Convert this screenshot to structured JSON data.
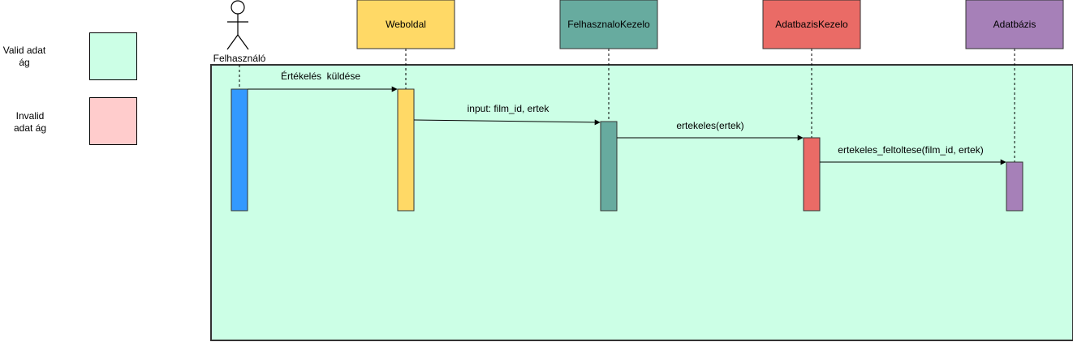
{
  "legend": [
    {
      "label": "Valid adat ág",
      "color": "#CCFFE6"
    },
    {
      "label": "Invalid adat ág",
      "color": "#FFCCCC"
    }
  ],
  "actor": {
    "label": "Felhasználó"
  },
  "participants": [
    {
      "label": "Weboldal",
      "fill": "#FFD966",
      "stroke": "#333333"
    },
    {
      "label": "FelhasznaloKezelo",
      "fill": "#67AB9F",
      "stroke": "#333333"
    },
    {
      "label": "AdatbazisKezelo",
      "fill": "#EA6B66",
      "stroke": "#333333"
    },
    {
      "label": "Adatbázis",
      "fill": "#A680B8",
      "stroke": "#333333"
    }
  ],
  "region": {
    "fill": "#CCFFE6",
    "stroke": "#333333"
  },
  "activation_colors": [
    "#3399FF",
    "#FFD966",
    "#67AB9F",
    "#EA6B66",
    "#A680B8"
  ],
  "messages": [
    {
      "label": "Értékelés  küldése",
      "from": 0,
      "to": 1
    },
    {
      "label": "input: film_id, ertek",
      "from": 1,
      "to": 2
    },
    {
      "label": "ertekeles(ertek)",
      "from": 2,
      "to": 3
    },
    {
      "label": "ertekeles_feltoltese(film_id, ertek)",
      "from": 3,
      "to": 4
    }
  ]
}
